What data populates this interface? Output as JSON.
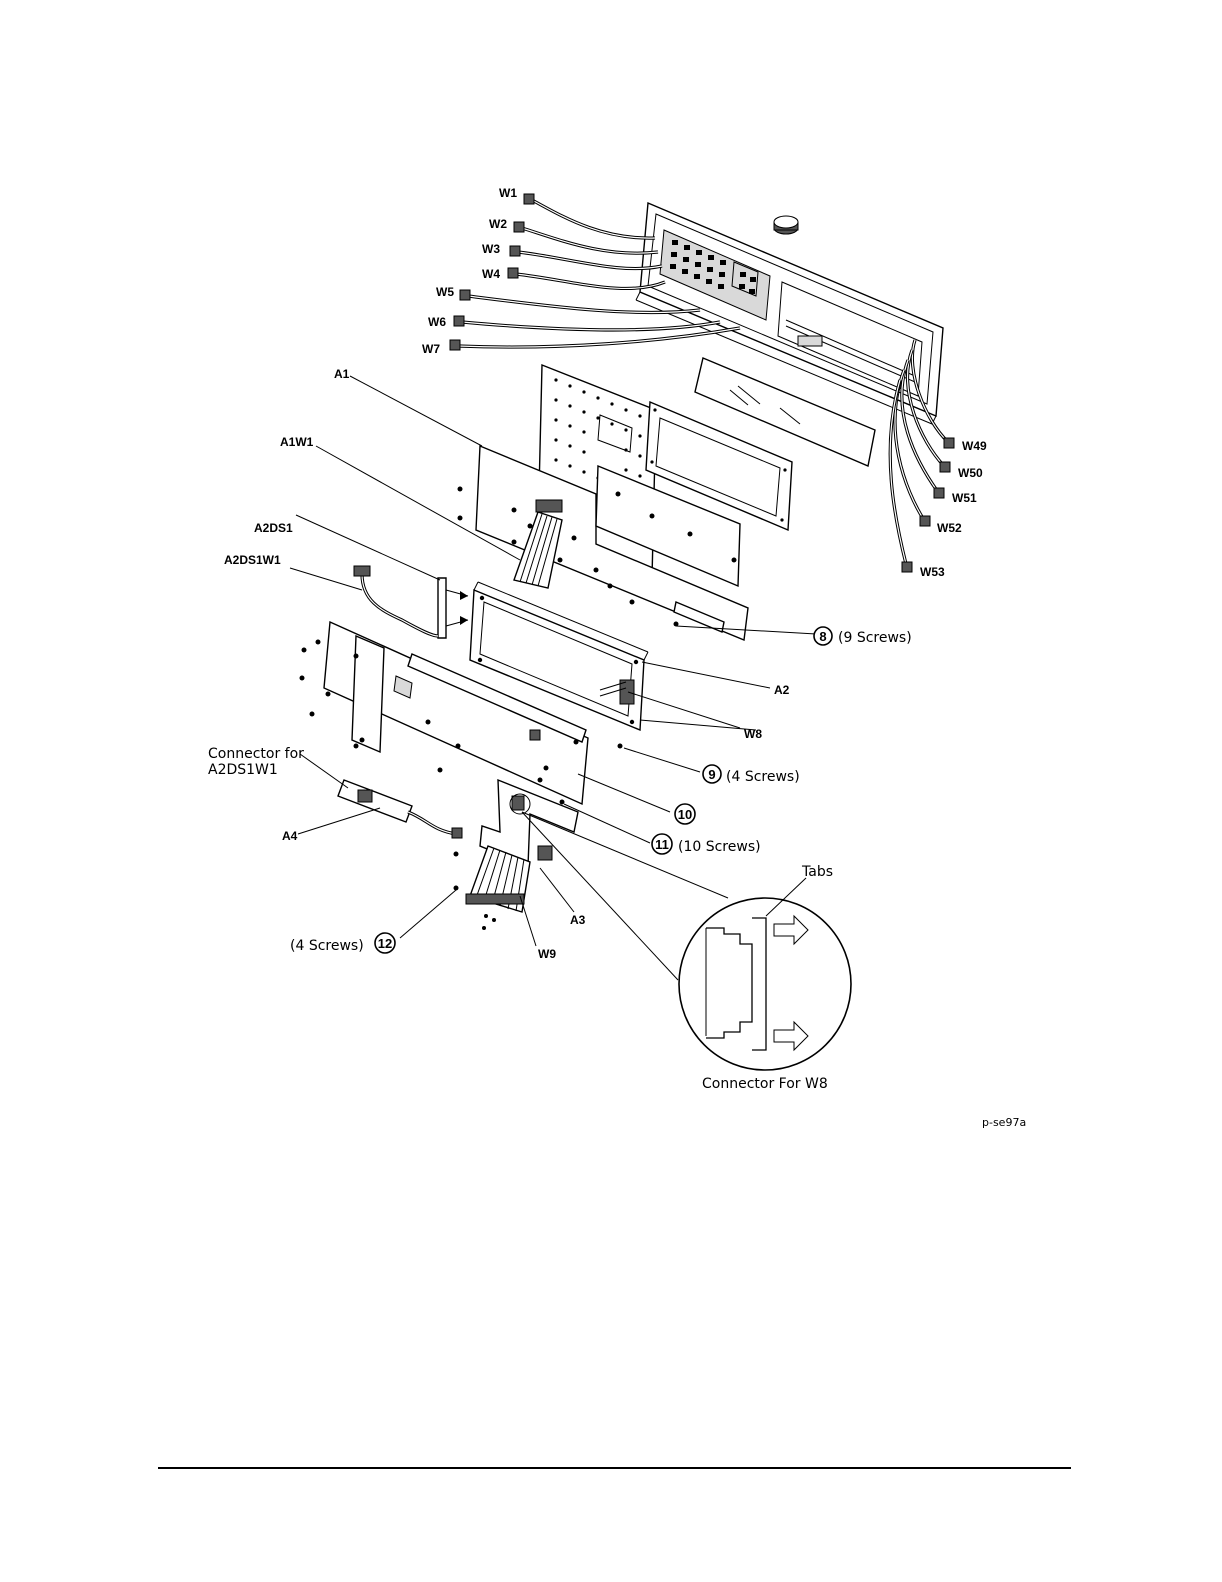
{
  "labels": {
    "w1": "W1",
    "w2": "W2",
    "w3": "W3",
    "w4": "W4",
    "w5": "W5",
    "w6": "W6",
    "w7": "W7",
    "w8": "W8",
    "w9": "W9",
    "w49": "W49",
    "w50": "W50",
    "w51": "W51",
    "w52": "W52",
    "w53": "W53",
    "a1": "A1",
    "a1w1": "A1W1",
    "a2ds1": "A2DS1",
    "a2ds1w1": "A2DS1W1",
    "a2": "A2",
    "a3": "A3",
    "a4": "A4"
  },
  "callouts": {
    "c8": {
      "num": "8",
      "text": "(9 Screws)"
    },
    "c9": {
      "num": "9",
      "text": "(4 Screws)"
    },
    "c10": {
      "num": "10"
    },
    "c11": {
      "num": "11",
      "text": "(10 Screws)"
    },
    "c12": {
      "num": "12",
      "text": "(4 Screws)"
    }
  },
  "notes": {
    "connector_for_line1": "Connector for",
    "connector_for_line2": "A2DS1W1",
    "tabs": "Tabs",
    "connector_for_w8": "Connector For W8"
  },
  "figure_code": "p-se97a"
}
